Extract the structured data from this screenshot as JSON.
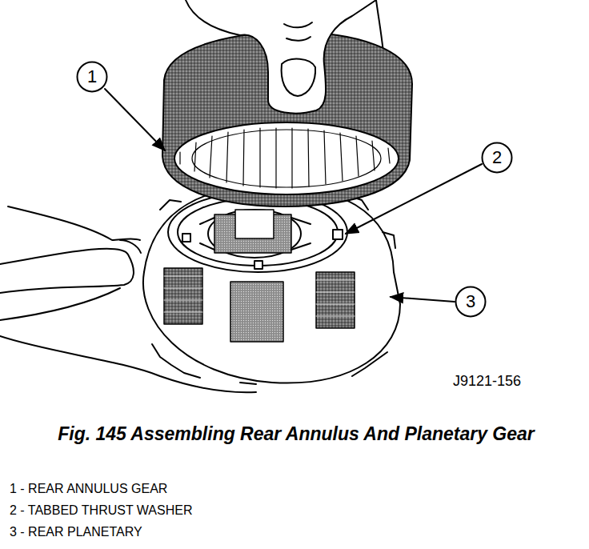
{
  "diagram": {
    "caption": "Fig. 145 Assembling Rear Annulus And Planetary Gear",
    "nodes": [
      {
        "text": [
          "1"
        ]
      },
      {
        "text": [
          "2"
        ]
      },
      {
        "text": [
          "3"
        ]
      }
    ],
    "labels": [
      "J9121-156",
      "1 - REAR ANNULUS GEAR",
      "2 - TABBED THRUST WASHER",
      "3 - REAR PLANETARY"
    ]
  }
}
